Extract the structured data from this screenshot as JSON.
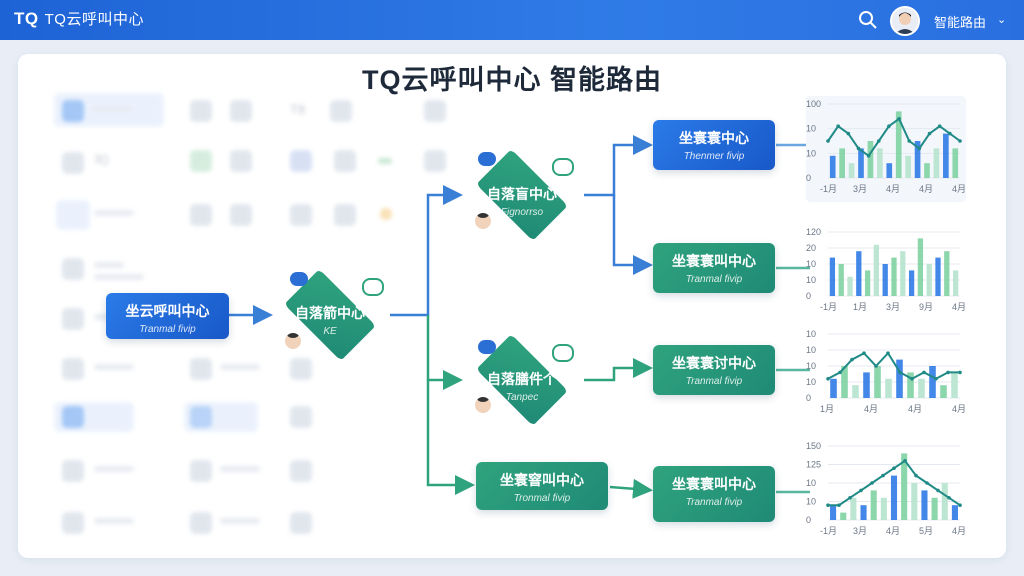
{
  "app": {
    "brand": "TQ",
    "name": "TQ云呼叫中心",
    "user_label": "智能路由",
    "title": "TQ云呼叫中心 智能路由"
  },
  "colors": {
    "brand_blue": "#1e63d6",
    "node_blue": "#2a7be8",
    "node_green": "#1f8a76",
    "line_blue": "#3a7fd6",
    "line_green": "#2fa37d"
  },
  "icons": {
    "search": "search-icon",
    "avatar": "user-avatar",
    "chevron": "chevron-down-icon",
    "chat": "chat-bubble-icon",
    "agent": "agent-avatar-icon"
  },
  "flow": {
    "source": {
      "label": "坐云呼叫中心",
      "sub": "Tranmal fivip"
    },
    "decision_main": {
      "label": "自落箭中心",
      "sub": "KE"
    },
    "decision_top": {
      "label": "自落盲中心",
      "sub": "Fignorrso"
    },
    "decision_mid": {
      "label": "自落膳件个",
      "sub": "Tanpec"
    },
    "rect_bottom": {
      "label": "坐寰窨叫中心",
      "sub": "Tronmal fivip"
    },
    "dest1": {
      "label": "坐寰寰中心",
      "sub": "Thenmer fivip"
    },
    "dest2": {
      "label": "坐寰寰叫中心",
      "sub": "Tranmal fivip"
    },
    "dest3": {
      "label": "坐寰寰讨中心",
      "sub": "Tranmal fivip"
    },
    "dest4": {
      "label": "坐寰寰叫中心",
      "sub": "Tranmal fivip"
    }
  },
  "bg_labels": {
    "col1": "T8",
    "col2": "3()"
  },
  "chart_data": [
    {
      "type": "bar",
      "yticks": [
        "100",
        "10",
        "10",
        "0"
      ],
      "xticks": [
        "-1月",
        "3月",
        "4月",
        "4月",
        "4月"
      ],
      "bars": [
        3,
        4,
        2,
        4,
        5,
        4,
        2,
        9,
        3,
        5,
        2,
        4,
        6,
        4
      ],
      "line": [
        5,
        7,
        6,
        4,
        3,
        5,
        7,
        8,
        5,
        4,
        6,
        7,
        6,
        5
      ]
    },
    {
      "type": "bar",
      "yticks": [
        "120",
        "20",
        "10",
        "10",
        "0"
      ],
      "xticks": [
        "-1月",
        "1月",
        "3月",
        "9月",
        "4月"
      ],
      "bars": [
        6,
        5,
        3,
        7,
        4,
        8,
        5,
        6,
        7,
        4,
        9,
        5,
        6,
        7,
        4
      ],
      "line": []
    },
    {
      "type": "bar",
      "yticks": [
        "10",
        "10",
        "10",
        "10",
        "0"
      ],
      "xticks": [
        "1月",
        "4月",
        "4月",
        "4月"
      ],
      "bars": [
        3,
        5,
        2,
        4,
        5,
        3,
        6,
        4,
        3,
        5,
        2,
        4
      ],
      "line": [
        3,
        4,
        6,
        7,
        5,
        7,
        4,
        3,
        4,
        3,
        4,
        4
      ]
    },
    {
      "type": "bar",
      "yticks": [
        "150",
        "125",
        "10",
        "10",
        "0"
      ],
      "xticks": [
        "-1月",
        "3月",
        "4月",
        "5月",
        "4月"
      ],
      "bars": [
        2,
        1,
        3,
        2,
        4,
        3,
        6,
        9,
        5,
        4,
        3,
        5,
        2
      ],
      "line": [
        2,
        2,
        3,
        4,
        5,
        6,
        7,
        8,
        6,
        5,
        4,
        3,
        2
      ]
    }
  ]
}
